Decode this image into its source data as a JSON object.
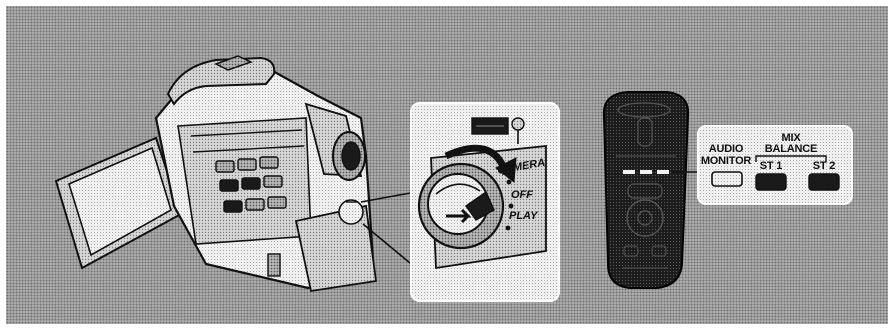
{
  "dial_labels": {
    "camera": "CAMERA",
    "off": "OFF",
    "play": "PLAY"
  },
  "remote_labels": {
    "audio_monitor_line1": "AUDIO",
    "audio_monitor_line2": "MONITOR",
    "mix_balance_line1": "MIX",
    "mix_balance_line2": "BALANCE",
    "st1": "ST 1",
    "st2": "ST 2"
  },
  "colors": {
    "background": "#a9a9a9",
    "callout_panel": "#ffffff",
    "remote_body": "#161616",
    "button_dark": "#1a1a1a"
  },
  "icons": {
    "camcorder": "camcorder-illustration",
    "remote": "remote-control-illustration",
    "dial": "power-dial-illustration",
    "arrow": "rotation-arrow-icon"
  }
}
